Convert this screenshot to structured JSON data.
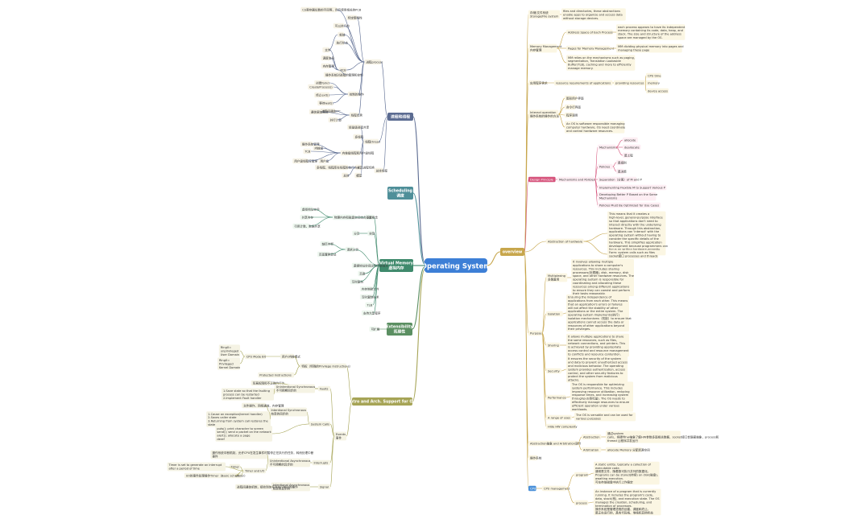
{
  "center": "Operating System",
  "branches": {
    "process": "进程和线程",
    "scheduling": "Scheduling\n调度",
    "vm": "Virtual Memory\n虚拟内存",
    "ext": "Extensibility\n拓展性",
    "intro": "Intro and Arch. Support for OS",
    "overview": "overview"
  },
  "colors": {
    "process": "#5b6b91",
    "scheduling": "#4f8f99",
    "vm": "#3f8a6c",
    "ext": "#5b8f62",
    "intro": "#a6a456",
    "overview": "#c7a64c",
    "design": "#d6547c",
    "cpu": "#4a90d9"
  },
  "nodes": {
    "p1": "CS寄存器位数的不同等，然后使用相关的PCB",
    "p2": "特定策略性",
    "p3": "可以并行的",
    "p4": "就绪",
    "p5": "执行状态",
    "p6": "阻塞",
    "p7": "文件",
    "p8": "调度信息",
    "p9": "内存管理",
    "p10": "PCB",
    "p11": "操作系统对进程的管理和控制",
    "p12": "进程process",
    "p13": "创建fork()",
    "p14": "CreateProcess()",
    "p15": "终止exit()",
    "p16": "控制的操作",
    "p17": "等待wait()",
    "p18": "进程间通信IPC",
    "p19": "通信更加高效",
    "p20": "并行计算",
    "p21": "线程优势",
    "p22": "轻量级进程共享",
    "p23": "多线程",
    "p24": "线程thread",
    "p25": "操作系统管理",
    "p26": "内核级",
    "p27": "TCB",
    "p28": "内核级线程和用户级线程",
    "p29": "用户级线程库管理",
    "p30": "用户级",
    "p31": "实现",
    "p32": "多线程，线程库在线程的执行方式，进程切换",
    "p33": "模型",
    "p34": "总体",
    "p35": "总体线程",
    "v1": "虚拟地址空间",
    "v2": "共享内存",
    "v3": "引用计数、数据共享",
    "v4": "物理内存和磁盘空间结合一起",
    "v5": "基本概念",
    "v6": "实现",
    "v7": "分页",
    "v8": "缺页中断",
    "v9": "请求分页",
    "v10": "页面置换算法",
    "v11": "写时复制",
    "v12": "逻辑地址空间比物理空间大",
    "v13": "页表",
    "v14": "TLB",
    "v15": "内存映射文件",
    "v16": "支持大型程序",
    "v17": "内存管理单元",
    "v18": "写时复制技术",
    "v19": "虚拟内存的优势",
    "v20": "高速缓存",
    "v21": "节省空间",
    "e1": "可扩展",
    "o1": "存储/文件系统\nStorage/File system",
    "o2": "files and directories, these abstractions enable apps to organize and access data without storage devices.",
    "o3": "Memory Management\n内存管理",
    "o4": "Address Space of Each Process",
    "o5": "each process appears to have its independent memory containing its code, data, heap, and stack. The size and structure of the address space are managed by the OS.",
    "o6": "Pages for Memory Management",
    "o7": "MM dividing physical memory into pages and managing these page",
    "o8": "MM relies on the mechanisms such as paging, segmentation, Translation Lookaside Buffer(TLB), caching and more to efficiently manage memory.",
    "o9": "应用程序需求",
    "o10": "resource requirements of applications",
    "o11": "providing resources",
    "o12": "CPU time",
    "o13": "memory",
    "o14": "device access",
    "o15": "Interact operation\n操作系统的操作的方法",
    "o16": "图形用户界面",
    "o17": "命令行界面",
    "o18": "程序调用",
    "o19": "An OS is software responsible managing computer hardware. OS need coordinate and control hardware resources.",
    "o20": "Design Principle",
    "o21": "Mechanisms and Policies",
    "o22": "Mechanisms",
    "o23": "allocate",
    "o24": "deallocate",
    "o25": "是工程",
    "o26": "Policies",
    "o27": "是规则",
    "o28": "是决策",
    "o29": "Separation（分离）of M and P",
    "o30": "Implementing Flexible M to Support Various P",
    "o31": "Developing Better P Based on the Same Mechanisms",
    "o32": "Policies Must Be Optimized for Use Cases",
    "o33": "Abstraction of hardware",
    "o34": "This means that it creates a high-level, general-purpose interface so that applications don't need to interact directly with the underlying hardware. Through this abstraction, applications can 'interact' with the operating system without having to consider the specific details of the hardware. This simplifies application development because programmers can focus on writing hardware-agnostic code.",
    "o35": "Form: system calls such as files socket接口 processes and threads",
    "o36": "Multiplexing\n多路复用",
    "o37": "It involves allowing multiple applications to share a computer's resources. This includes sharing processors(处理器), disk, memory, disk space, and other hardware resources. The operating system is responsible for coordinating and allocating these resources among different applications to ensure they can coexist and perform their tasks reasonably.",
    "o38": "Isolation",
    "o39": "Ensuring the independence of applications from each other. This means that an application's errors or failures will not affect the stability of other applications or the entire system. The operating system implements(执行) isolation mechanisms（机制）to ensure that applications cannot access the data or resources of other applications beyond their privileges.",
    "o40": "Purpose",
    "o41": "Sharing",
    "o42": "It allows multiple applications to share the same resources, such as files, network connections, and printers. This is achieved by providing appropriate access control and resource management to conflicts and resource contention.",
    "o43": "Security",
    "o44": "It ensures the security of the system and data to prevent unauthorized access and malicious behavior. The operating system provides authentication, access control, and other security features to protect the system from malicious attacks.",
    "o45": "Performance",
    "o46": "The OS is responsible for optimizing system performance. This includes improving resource utilization, reducing response times, and increasing system throughput(吞吐量). The OS needs to effectively manage resources to ensure efficient operation under various workloads.",
    "o47": "A range of uses",
    "o48": "The OS is versatile and can be used for various purposes",
    "o49": "Hide HW complexity",
    "o50": "Abstraction抽象 and Arbitration调节",
    "o51": "Abstraction",
    "o52": "通过system calls，将硬件hw抽象了解HW参数多面相关数据，socket接口会隐蔽抽象，process和thread 让程序并发运行",
    "o53": "Arbitration",
    "o54": "allocate Memory 分配资源空间",
    "o55": "操作系统",
    "o56": "CPU",
    "o57": "CPU management",
    "o58": "program",
    "o59": "A static entity, typically a collection of executable code.\n通常是文件，随着数可执行并列的数据化。\nPrograms can be stored(持续) on disk(磁盘), awaiting execution.\n可在存放磁盘中执行上作稳定",
    "o60": "process",
    "o61": "An instance of a program that is currently running. It includes the program's code, data, stack(栈), and execution state. The OS manages the creation, scheduling, and termination of processes.\n操作系统是管理进程的创建、调度和终止。\n是正在运行的，具有代码栈、堆栈和其他状态",
    "i1": "Ring0=\nunprivileged\nUser Domain",
    "i2": "Ring0=\nPrivileged\nKernel Domain",
    "i3": "CPU Mode Bit",
    "i4": "用户/内核模式",
    "i5": "特权（特殊的Privilege Instructions）",
    "i6": "Protected Instructions",
    "i7": "Faults",
    "i8": "至高权限和不正确的行为",
    "i9": "Unintentional Synchronous\n不可预期同步的",
    "i10": "1.Save state so that the faulting process can be restarted\n2.Implement Fault handler",
    "i11": "Intentional Synchronous\n有意的同步的",
    "i12": "文件操作、网络通信、内存管理",
    "i13": "System Calls",
    "i14": "1.Cause an exception(kernel handler)\n2.Saves caller state\n3.Returning from system call restores the state",
    "i15": "puts(); print character to screen\nsend(); send a packet on the network\nalert(); allocate a page\nderef",
    "i16": "Events\n事件",
    "i17": "Interrupts",
    "i18": "Unintentional Asynchronous\n不可预期的异步的",
    "i19": "操作系统中断机制，允许CPU在发生事件时暂停正在执行的任务，转而处理中断事件",
    "i20": "Timer",
    "i21": "Timer is set to generate an interrupt after a period of time",
    "i22": "Timer and I/O",
    "i23": "I/O",
    "i24": "I/O的事件处理操作Timer（Basic scheduler）",
    "i25": "Signal",
    "i26": "Intentional Asynchronous\n有意的异步的",
    "i27": "进程间通信机制，接收到信号时执行相应的操作"
  }
}
